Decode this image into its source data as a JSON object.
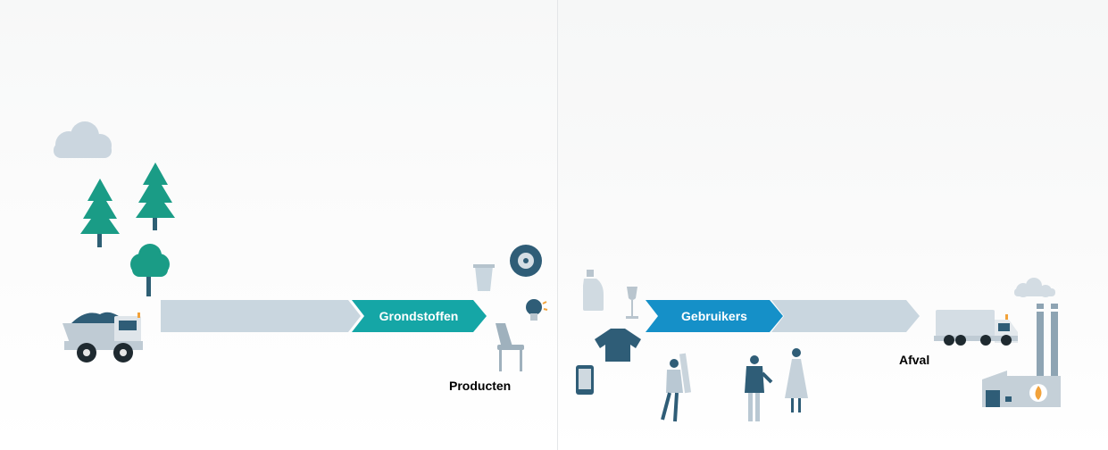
{
  "flow": {
    "grondstoffen_label": "Grondstoffen",
    "gebruikers_label": "Gebruikers",
    "producten_label": "Producten",
    "afval_label": "Afval"
  },
  "colors": {
    "teal": "#15a6a6",
    "blue": "#1590c8",
    "light_arrow": "#c9d6df",
    "tree_green": "#1a9c86",
    "slate": "#2f5d77",
    "grey_icon": "#b9c5ce"
  },
  "icons": [
    "cloud-icon",
    "pine-tree-icon",
    "round-tree-icon",
    "dump-truck-icon",
    "cup-icon",
    "tire-icon",
    "lightbulb-icon",
    "chair-icon",
    "bottle-icon",
    "wine-glass-icon",
    "sweater-icon",
    "tablet-icon",
    "worker-icon",
    "man-icon",
    "woman-icon",
    "garbage-truck-icon",
    "incinerator-factory-icon"
  ]
}
